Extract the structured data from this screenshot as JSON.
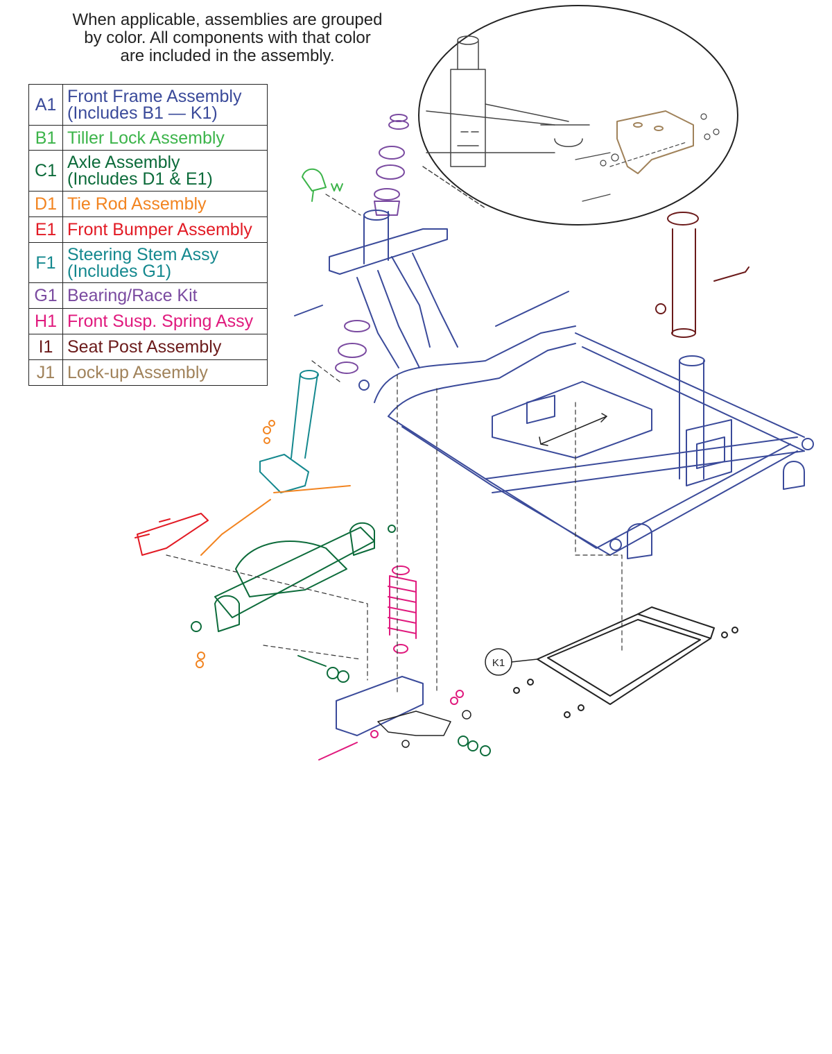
{
  "note": {
    "line1": "When applicable, assemblies are grouped",
    "line2": "by color. All components with that color",
    "line3": "are included in the assembly."
  },
  "legend": [
    {
      "code": "A1",
      "line1": "Front Frame Assembly",
      "line2": "(Includes B1 — K1)",
      "color": "#3a4a9a"
    },
    {
      "code": "B1",
      "line1": "Tiller Lock Assembly",
      "line2": "",
      "color": "#3cb44a"
    },
    {
      "code": "C1",
      "line1": "Axle Assembly",
      "line2": "(Includes D1 & E1)",
      "color": "#0c6b3a"
    },
    {
      "code": "D1",
      "line1": "Tie Rod Assembly",
      "line2": "",
      "color": "#f28420"
    },
    {
      "code": "E1",
      "line1": "Front Bumper Assembly",
      "line2": "",
      "color": "#e21a24"
    },
    {
      "code": "F1",
      "line1": "Steering Stem Assy",
      "line2": "(Includes G1)",
      "color": "#14888e"
    },
    {
      "code": "G1",
      "line1": "Bearing/Race Kit",
      "line2": "",
      "color": "#7a4aa0"
    },
    {
      "code": "H1",
      "line1": "Front Susp. Spring Assy",
      "line2": "",
      "color": "#e0197d"
    },
    {
      "code": "I1",
      "line1": "Seat Post Assembly",
      "line2": "",
      "color": "#6b1a1a"
    },
    {
      "code": "J1",
      "line1": "Lock-up Assembly",
      "line2": "",
      "color": "#a0825a"
    }
  ],
  "callouts": {
    "k1": "K1"
  },
  "colors": {
    "frame": "#3a4a9a",
    "tiller_lock": "#3cb44a",
    "axle": "#0c6b3a",
    "tie_rod": "#f28420",
    "bumper": "#e21a24",
    "steering_stem": "#14888e",
    "bearing": "#7a4aa0",
    "spring": "#e0197d",
    "seat_post": "#6b1a1a",
    "lockup": "#a0825a",
    "line": "#222222"
  }
}
